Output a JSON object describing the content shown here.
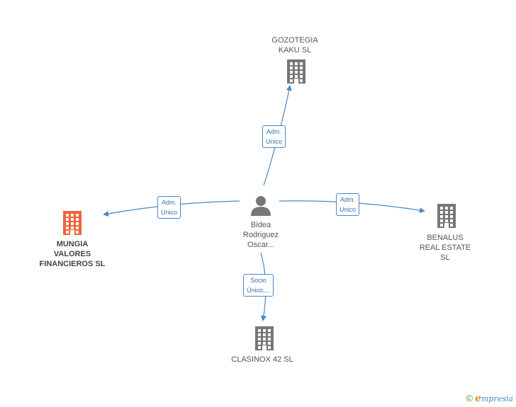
{
  "colors": {
    "edge": "#4a86c8",
    "company": "#777777",
    "highlight": "#f0643a",
    "person": "#777777"
  },
  "nodes": [
    {
      "id": "center",
      "type": "person",
      "icon": "person-icon",
      "label": [
        "Bidea",
        "Rodriguez",
        "Oscar..."
      ]
    },
    {
      "id": "gozotegia",
      "type": "company",
      "icon": "building-icon",
      "label": [
        "GOZOTEGIA",
        "KAKU SL"
      ]
    },
    {
      "id": "mungia",
      "type": "company",
      "icon": "building-icon",
      "highlight": true,
      "label": [
        "MUNGIA",
        "VALORES",
        "FINANCIEROS SL"
      ]
    },
    {
      "id": "benalus",
      "type": "company",
      "icon": "building-icon",
      "label": [
        "BENALUS",
        "REAL ESTATE",
        "SL"
      ]
    },
    {
      "id": "clasinox",
      "type": "company",
      "icon": "building-icon",
      "label": [
        "CLASINOX 42 SL"
      ]
    }
  ],
  "edges": [
    {
      "to": "gozotegia",
      "label": [
        "Adm.",
        "Unico"
      ]
    },
    {
      "to": "mungia",
      "label": [
        "Adm.",
        "Unico"
      ]
    },
    {
      "to": "benalus",
      "label": [
        "Adm.",
        "Unico"
      ]
    },
    {
      "to": "clasinox",
      "label": [
        "Socio",
        "Único,..."
      ]
    }
  ],
  "footer": {
    "copyright": "©",
    "brand_initial": "e",
    "brand_rest": "mpresia"
  }
}
